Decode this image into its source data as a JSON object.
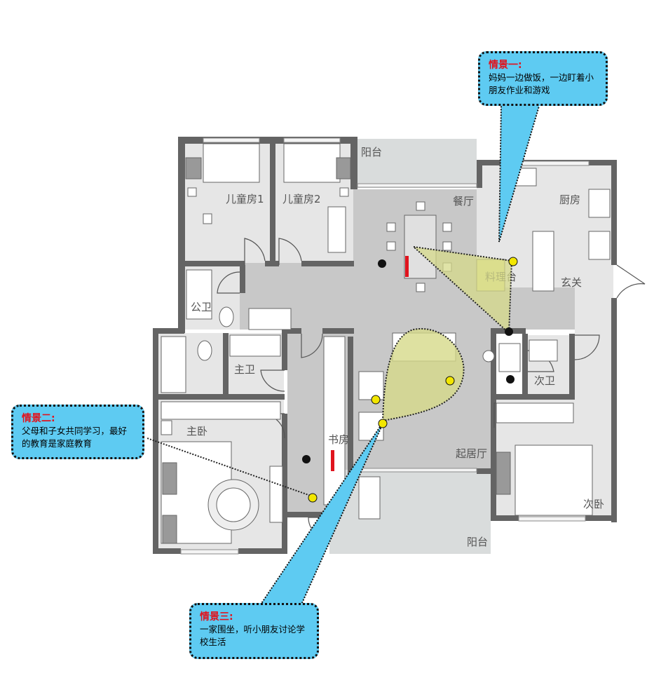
{
  "colors": {
    "wall": "#646464",
    "floor": "#c8c8c8",
    "room_floor": "#e6e6e6",
    "balcony": "#d9dcdc",
    "bubble": "#5ecbf2",
    "cone": "#d6d98a",
    "title_red": "#e0141e",
    "person_yellow": "#f2e600",
    "table_red": "#e0141e"
  },
  "rooms": {
    "balcony_top": "阳台",
    "child_room_1": "儿童房1",
    "child_room_2": "儿童房2",
    "dining": "餐厅",
    "kitchen": "厨房",
    "pantry": "料理台",
    "entry": "玄关",
    "public_bath": "公卫",
    "master_bath": "主卫",
    "master_bedroom": "主卧",
    "study": "书房",
    "living_room": "起居厅",
    "second_bath": "次卫",
    "second_bedroom": "次卧",
    "balcony_bottom": "阳台"
  },
  "scenes": [
    {
      "title": "情景一:",
      "text": "妈妈一边做饭，一边盯着小朋友作业和游戏"
    },
    {
      "title": "情景二:",
      "text": "父母和子女共同学习，最好的教育是家庭教育"
    },
    {
      "title": "情景三:",
      "text": "一家围坐，听小朋友讨论学校生活"
    }
  ]
}
